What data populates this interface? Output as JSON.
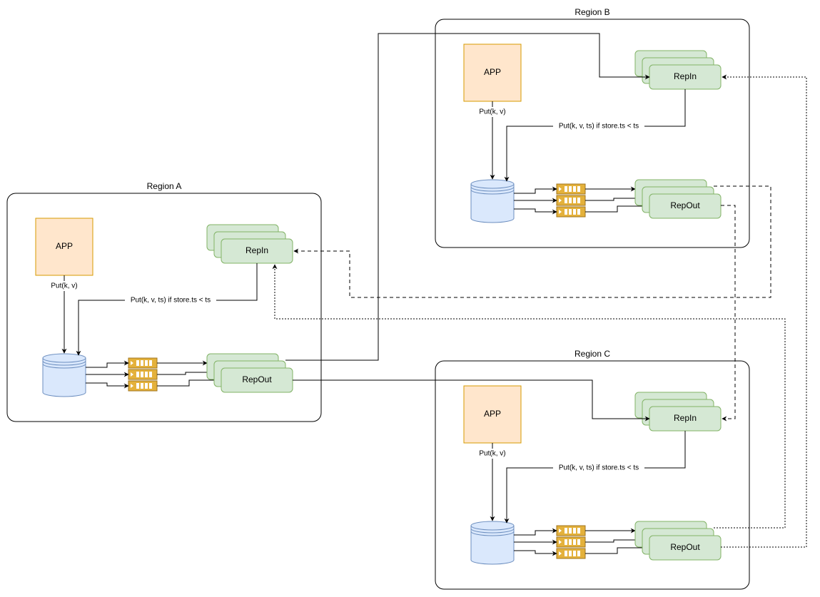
{
  "regions": [
    {
      "id": "a",
      "title": "Region A",
      "app_label": "APP",
      "put_label": "Put(k, v)",
      "conditional_put_label": "Put(k, v, ts) if store.ts < ts",
      "repin_label": "RepIn",
      "repout_label": "RepOut"
    },
    {
      "id": "b",
      "title": "Region B",
      "app_label": "APP",
      "put_label": "Put(k, v)",
      "conditional_put_label": "Put(k, v, ts) if store.ts < ts",
      "repin_label": "RepIn",
      "repout_label": "RepOut"
    },
    {
      "id": "c",
      "title": "Region C",
      "app_label": "APP",
      "put_label": "Put(k, v)",
      "conditional_put_label": "Put(k, v, ts) if store.ts < ts",
      "repin_label": "RepIn",
      "repout_label": "RepOut"
    }
  ],
  "colors": {
    "app_fill": "#ffe6cc",
    "app_stroke": "#d79b00",
    "node_fill": "#d5e8d4",
    "node_stroke": "#82b366",
    "db_fill": "#dae8fc",
    "db_stroke": "#6c8ebf",
    "queue_fill": "#e4b13b",
    "queue_stroke": "#a0751d",
    "line": "#000000",
    "background": "#ffffff"
  },
  "connections": [
    {
      "from": "region_a.repout",
      "to": "region_b.repin",
      "style": "solid"
    },
    {
      "from": "region_a.repout",
      "to": "region_c.repin",
      "style": "solid"
    },
    {
      "from": "region_b.repout",
      "to": "region_a.repin",
      "style": "dashed"
    },
    {
      "from": "region_b.repout",
      "to": "region_c.repin",
      "style": "dashed"
    },
    {
      "from": "region_c.repout",
      "to": "region_a.repin",
      "style": "dotted"
    },
    {
      "from": "region_c.repout",
      "to": "region_b.repin",
      "style": "dotted"
    }
  ]
}
